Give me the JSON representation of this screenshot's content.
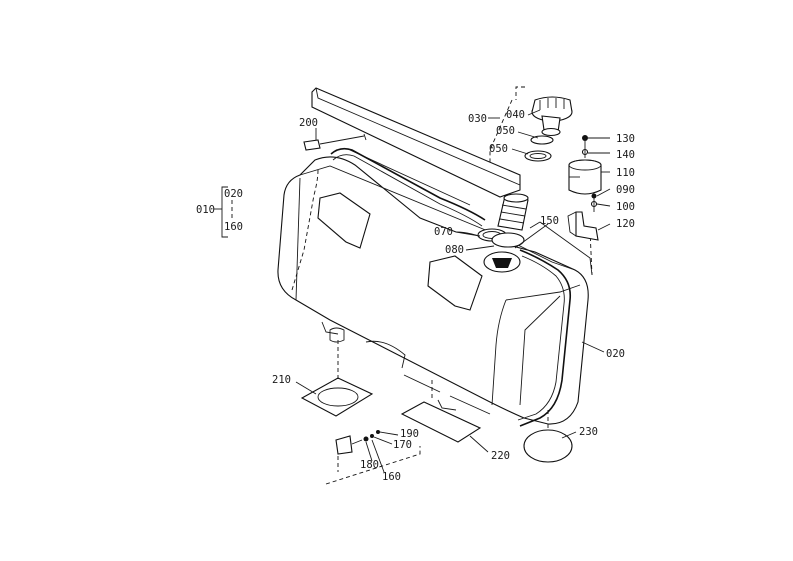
{
  "labels": {
    "l010": "010",
    "l020a": "020",
    "l160a": "160",
    "l200": "200",
    "l030": "030",
    "l040": "040",
    "l050a": "050",
    "l050b": "050",
    "l130": "130",
    "l140": "140",
    "l110": "110",
    "l090": "090",
    "l100": "100",
    "l120": "120",
    "l150": "150",
    "l070": "070",
    "l080": "080",
    "l020b": "020",
    "l210": "210",
    "l190": "190",
    "l170": "170",
    "l180": "180",
    "l160b": "160",
    "l220": "220",
    "l230": "230"
  },
  "colors": {
    "ink": "#111111",
    "paper": "#ffffff"
  }
}
